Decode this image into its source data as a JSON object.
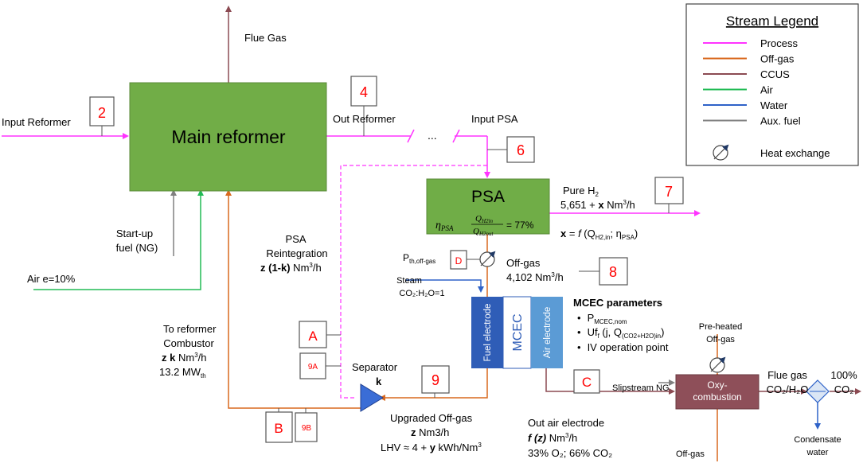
{
  "colors": {
    "process": "#ff33ff",
    "offgas": "#d9691f",
    "ccus": "#8b4a52",
    "air": "#22bb55",
    "water": "#2e62c8",
    "aux": "#808080",
    "reformer_fill": "#71ad47",
    "psa_fill": "#70ad47",
    "oxy_fill": "#8e4f59",
    "fuel_electrode": "#2f5db7",
    "air_electrode": "#5b9bd5",
    "separator": "#3a6dd6",
    "number_text": "#ff0000"
  },
  "legend": {
    "title": "Stream Legend",
    "items": [
      {
        "label": "Process",
        "color_key": "process"
      },
      {
        "label": "Off-gas",
        "color_key": "offgas"
      },
      {
        "label": "CCUS",
        "color_key": "ccus"
      },
      {
        "label": "Air",
        "color_key": "air"
      },
      {
        "label": "Water",
        "color_key": "water"
      },
      {
        "label": "Aux. fuel",
        "color_key": "aux"
      }
    ],
    "heat_exchange": "Heat exchange"
  },
  "blocks": {
    "main_reformer": "Main reformer",
    "psa": "PSA",
    "psa_eff_lhs": "η",
    "psa_eff_sub": "PSA",
    "psa_num": "Q",
    "psa_num_sub": "H2in",
    "psa_den": "Q",
    "psa_den_sub": "H2out",
    "psa_eff_value": "= 77%",
    "mcec": "MCEC",
    "fuel_electrode": "Fuel electrode",
    "air_electrode": "Air electrode",
    "oxy_line1": "Oxy-",
    "oxy_line2": "combustion"
  },
  "labels": {
    "flue_gas_top": "Flue Gas",
    "input_reformer": "Input Reformer",
    "out_reformer": "Out Reformer",
    "input_psa": "Input PSA",
    "dots": "...",
    "startup_1": "Start-up",
    "startup_2": "fuel (NG)",
    "air_e": "Air e=10%",
    "psa_reint_1": "PSA",
    "psa_reint_2": "Reintegration",
    "psa_reint_3a": "z (1-k)",
    "psa_reint_3b": " Nm",
    "psa_reint_3c": "3",
    "psa_reint_3d": "/h",
    "to_ref_1": "To reformer",
    "to_ref_2": "Combustor",
    "to_ref_3a": "z k",
    "to_ref_3b": " Nm",
    "to_ref_3c": "3",
    "to_ref_3d": "/h",
    "to_ref_4a": "13.2 MW",
    "to_ref_4b": "th",
    "separator": "Separator",
    "separator_k": "k",
    "pure_h2a": "Pure H",
    "pure_h2b": "2",
    "pure_h2_flow_a": "5,651 + ",
    "pure_h2_flow_b": "x",
    "pure_h2_flow_c": " Nm",
    "pure_h2_flow_d": "3",
    "pure_h2_flow_e": "/h",
    "x_eq_a": "x",
    "x_eq_b": " = ",
    "x_eq_c": "f",
    "x_eq_d": " (Q",
    "x_eq_e": "H2,in",
    "x_eq_f": "; η",
    "x_eq_g": "PSA",
    "x_eq_h": ")",
    "pth_a": "P",
    "pth_b": "th,off-gas",
    "offgas_1": "Off-gas",
    "offgas_2a": "4,102 Nm",
    "offgas_2b": "3",
    "offgas_2c": "/h",
    "steam_1": "Steam",
    "steam_2": "CO₂:H₂O=1",
    "mcec_title": "MCEC parameters",
    "mcec_p1a": "P",
    "mcec_p1b": "MCEC,nom",
    "mcec_p2a": "Uf",
    "mcec_p2b": "f",
    "mcec_p2c": " (j, Q",
    "mcec_p2d": "(CO2+H2O)in",
    "mcec_p2e": ")",
    "mcec_p3": "IV operation point",
    "preheated_1": "Pre-heated",
    "preheated_2": "Off-gas",
    "flue_gas_right_1": "Flue gas",
    "flue_gas_right_2": "CO₂/H₂O",
    "co2_1": "100%",
    "co2_2": "CO₂",
    "slipstream": "Slipstream NG",
    "upgraded_1": "Upgraded Off-gas",
    "upgraded_2a": "z",
    "upgraded_2b": " Nm3/h",
    "upgraded_3a": "LHV ≈ 4 + ",
    "upgraded_3b": "y",
    "upgraded_3c": " kWh/Nm",
    "upgraded_3d": "3",
    "out_air_1": "Out air electrode",
    "out_air_2a": "f (z)",
    "out_air_2b": " Nm",
    "out_air_2c": "3",
    "out_air_2d": "/h",
    "out_air_3": "33% O₂; 66% CO₂",
    "offgas_bottom": "Off-gas",
    "condensate_1": "Condensate",
    "condensate_2": "water"
  },
  "numbers": {
    "n2": "2",
    "n4": "4",
    "n6": "6",
    "n7": "7",
    "n8": "8",
    "n9": "9",
    "nA": "A",
    "n9A": "9A",
    "nB": "B",
    "n9B": "9B",
    "nC": "C",
    "nD": "D"
  }
}
